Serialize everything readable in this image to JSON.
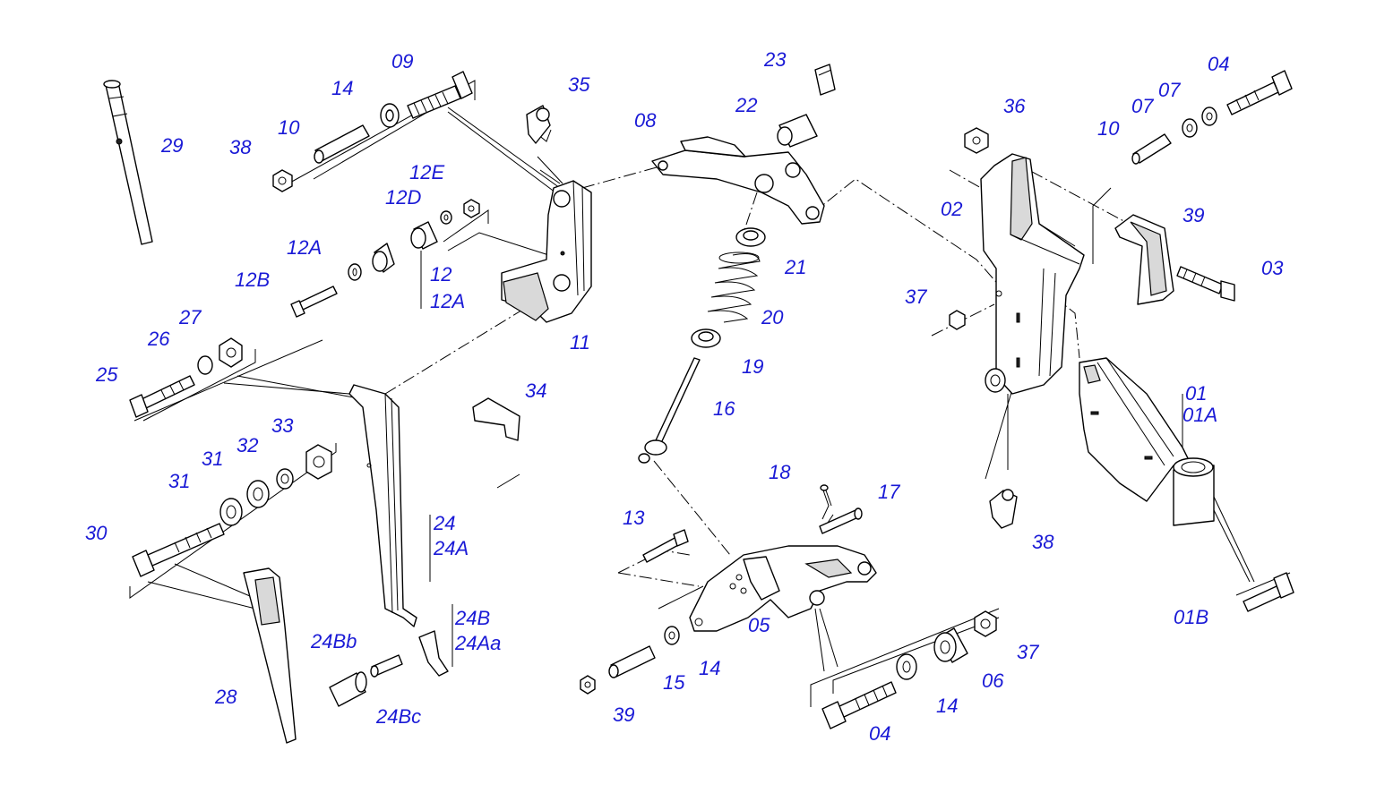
{
  "labels": [
    {
      "key": "l29",
      "text": "29"
    },
    {
      "key": "l09",
      "text": "09"
    },
    {
      "key": "l14a",
      "text": "14"
    },
    {
      "key": "l10a",
      "text": "10"
    },
    {
      "key": "l38a",
      "text": "38"
    },
    {
      "key": "l35",
      "text": "35"
    },
    {
      "key": "l12E",
      "text": "12E"
    },
    {
      "key": "l12D",
      "text": "12D"
    },
    {
      "key": "l12Aa",
      "text": "12A"
    },
    {
      "key": "l12B",
      "text": "12B"
    },
    {
      "key": "l12",
      "text": "12"
    },
    {
      "key": "l12Ab",
      "text": "12A"
    },
    {
      "key": "l11",
      "text": "11"
    },
    {
      "key": "l27",
      "text": "27"
    },
    {
      "key": "l26",
      "text": "26"
    },
    {
      "key": "l25",
      "text": "25"
    },
    {
      "key": "l34",
      "text": "34"
    },
    {
      "key": "l33",
      "text": "33"
    },
    {
      "key": "l32",
      "text": "32"
    },
    {
      "key": "l31a",
      "text": "31"
    },
    {
      "key": "l31b",
      "text": "31"
    },
    {
      "key": "l30",
      "text": "30"
    },
    {
      "key": "l24",
      "text": "24"
    },
    {
      "key": "l24A",
      "text": "24A"
    },
    {
      "key": "l24B",
      "text": "24B"
    },
    {
      "key": "l24Aa",
      "text": "24Aa"
    },
    {
      "key": "l24Bb",
      "text": "24Bb"
    },
    {
      "key": "l24Bc",
      "text": "24Bc"
    },
    {
      "key": "l28",
      "text": "28"
    },
    {
      "key": "l23",
      "text": "23"
    },
    {
      "key": "l22",
      "text": "22"
    },
    {
      "key": "l08",
      "text": "08"
    },
    {
      "key": "l21",
      "text": "21"
    },
    {
      "key": "l20",
      "text": "20"
    },
    {
      "key": "l19",
      "text": "19"
    },
    {
      "key": "l16",
      "text": "16"
    },
    {
      "key": "l18",
      "text": "18"
    },
    {
      "key": "l17",
      "text": "17"
    },
    {
      "key": "l13",
      "text": "13"
    },
    {
      "key": "l05",
      "text": "05"
    },
    {
      "key": "l14b",
      "text": "14"
    },
    {
      "key": "l15",
      "text": "15"
    },
    {
      "key": "l39a",
      "text": "39"
    },
    {
      "key": "l04a",
      "text": "04"
    },
    {
      "key": "l14c",
      "text": "14"
    },
    {
      "key": "l06",
      "text": "06"
    },
    {
      "key": "l37a",
      "text": "37"
    },
    {
      "key": "l36",
      "text": "36"
    },
    {
      "key": "l04b",
      "text": "04"
    },
    {
      "key": "l07a",
      "text": "07"
    },
    {
      "key": "l07b",
      "text": "07"
    },
    {
      "key": "l10b",
      "text": "10"
    },
    {
      "key": "l02",
      "text": "02"
    },
    {
      "key": "l39b",
      "text": "39"
    },
    {
      "key": "l03",
      "text": "03"
    },
    {
      "key": "l37b",
      "text": "37"
    },
    {
      "key": "l01",
      "text": "01"
    },
    {
      "key": "l01A",
      "text": "01A"
    },
    {
      "key": "l38b",
      "text": "38"
    },
    {
      "key": "l01B",
      "text": "01B"
    }
  ]
}
